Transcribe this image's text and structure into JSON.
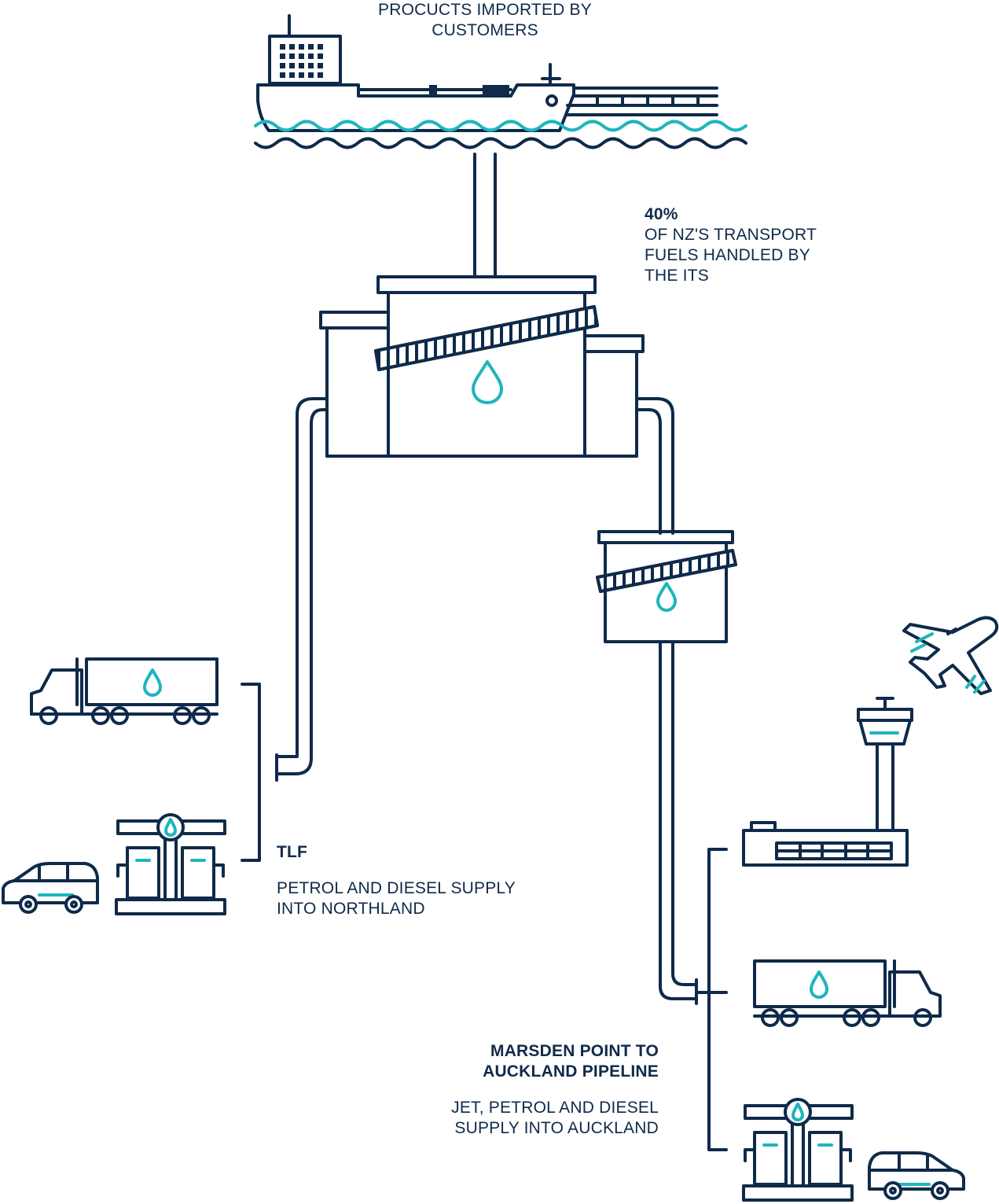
{
  "colors": {
    "navy": "#0f2a4a",
    "teal": "#1fb5bd"
  },
  "labels": {
    "imports_title": "PROCUCTS IMPORTED BY CUSTOMERS",
    "stat_value": "40%",
    "stat_text": "OF NZ'S TRANSPORT FUELS HANDLED BY THE ITS",
    "tlf_title": "TLF",
    "tlf_text": "PETROL AND  DIESEL SUPPLY INTO NORTHLAND",
    "pipeline_title": "MARSDEN POINT TO AUCKLAND PIPELINE",
    "pipeline_text": "JET, PETROL AND DIESEL SUPPLY INTO AUCKLAND"
  }
}
